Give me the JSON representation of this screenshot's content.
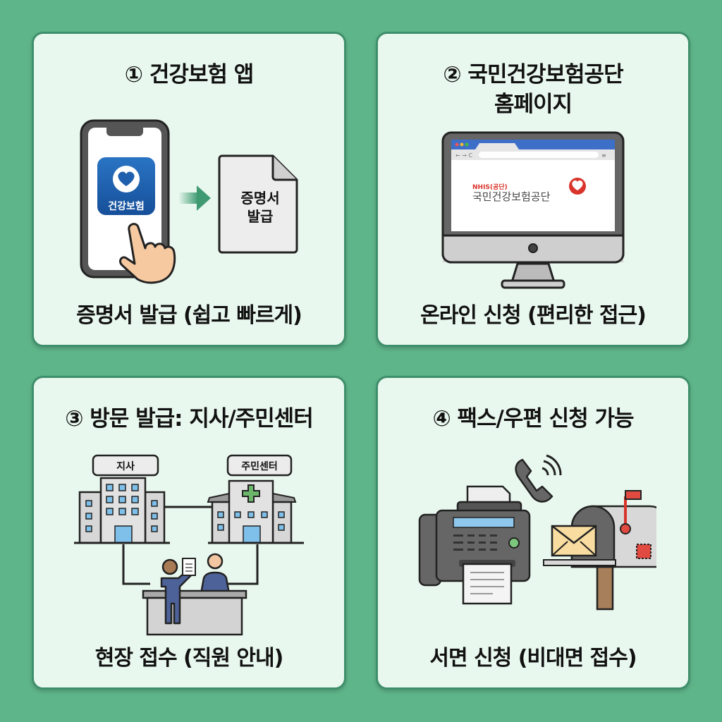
{
  "panels": [
    {
      "number": "①",
      "title": "① 건강보험 앱",
      "app_icon_label": "건강보험",
      "document_label_line1": "증명서",
      "document_label_line2": "발급",
      "caption": "증명서 발급 (쉽고 빠르게)"
    },
    {
      "number": "②",
      "title_line1": "② 국민건강보험공단",
      "title_line2": "홈페이지",
      "site_logo_small": "NHIS(공단)",
      "site_logo_name": "국민건강보험공단",
      "caption": "온라인 신청 (편리한 접근)"
    },
    {
      "number": "③",
      "title": "③ 방문 발급: 지사/주민센터",
      "building_left_label": "지사",
      "building_right_label": "주민센터",
      "caption": "현장 접수 (직원 안내)"
    },
    {
      "number": "④",
      "title": "④ 팩스/우편 신청 가능",
      "caption": "서면 신청 (비대면 접수)"
    }
  ],
  "colors": {
    "background": "#5fb58a",
    "panel_border": "#3e8f6c",
    "panel_fill": "#e9f8ee",
    "app_blue": "#1f5fae",
    "nhis_red": "#d9342b",
    "arrow_green": "#3f9a72"
  }
}
